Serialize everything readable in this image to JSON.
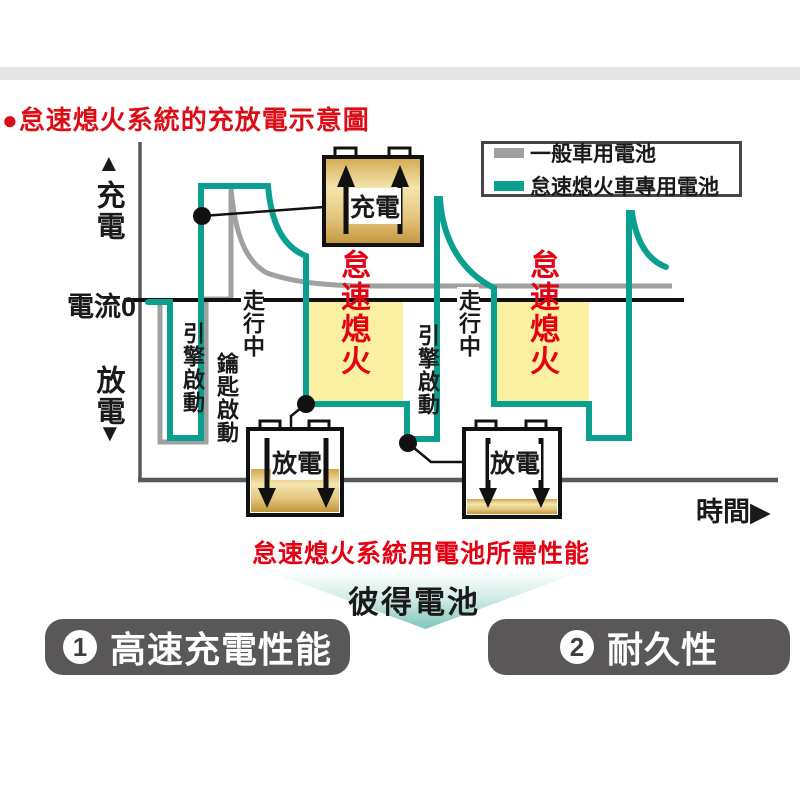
{
  "title": {
    "text": "●怠速熄火系統的充放電示意圖"
  },
  "legend": {
    "items": [
      {
        "label": "一般車用電池",
        "color": "#9fa0a0"
      },
      {
        "label": "怠速熄火車專用電池",
        "color": "#0a9f8f"
      }
    ]
  },
  "axis": {
    "charge_arrow": "▲",
    "charge": "充電",
    "zero": "電流0",
    "discharge": "放電",
    "discharge_arrow": "▼",
    "time": "時間▶"
  },
  "phase_labels": {
    "engine_start_1": "引擎啟動",
    "key_start": "鑰匙啟動",
    "driving_1": "走行中",
    "engine_start_2": "引擎啟動",
    "driving_2": "走行中"
  },
  "idle_stop": {
    "text_1": "怠速熄火",
    "text_2": "怠速熄火"
  },
  "batteries": {
    "charge": {
      "label": "充電"
    },
    "discharge_1": {
      "label": "放電"
    },
    "discharge_2": {
      "label": "放電"
    }
  },
  "footer": {
    "caption": "怠速熄火系統用電池所需性能",
    "brand": "彼得電池",
    "buttons": [
      {
        "number": "1",
        "label": "高速充電性能"
      },
      {
        "number": "2",
        "label": "耐久性"
      }
    ]
  },
  "colors": {
    "accent_teal": "#0a9f8f",
    "normal_battery_gray": "#9fa0a0",
    "idle_stop_highlight_yellow": "#fbf0a2",
    "heading_red": "#dd0c15",
    "button_dark_gray": "#595757",
    "battery_gold": "#d8ae55"
  }
}
